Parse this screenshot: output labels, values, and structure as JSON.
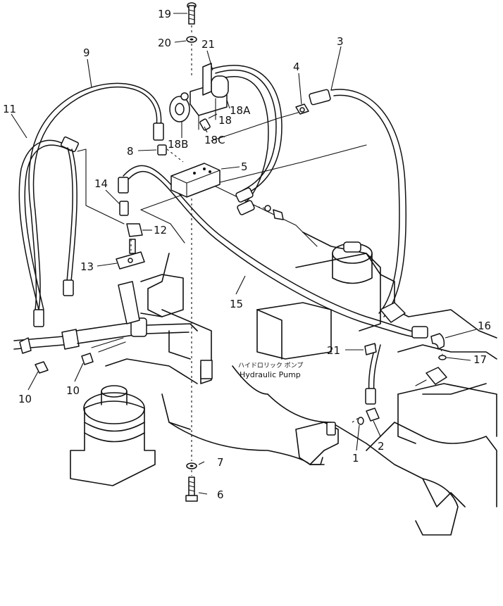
{
  "pump_label": {
    "japanese": "ハイドロリック ポンプ",
    "english": "Hydraulic Pump"
  },
  "callouts": {
    "c19": "19",
    "c20": "20",
    "c21_top": "21",
    "c9": "9",
    "c3": "3",
    "c4": "4",
    "c11": "11",
    "c18A": "18A",
    "c18": "18",
    "c18B": "18B",
    "c18C": "18C",
    "c8": "8",
    "c5": "5",
    "c14": "14",
    "c12": "12",
    "c13": "13",
    "c15": "15",
    "c16": "16",
    "c21_low": "21",
    "c17": "17",
    "c10_left": "10",
    "c10_mid": "10",
    "c2": "2",
    "c1": "1",
    "c7": "7",
    "c6": "6"
  }
}
